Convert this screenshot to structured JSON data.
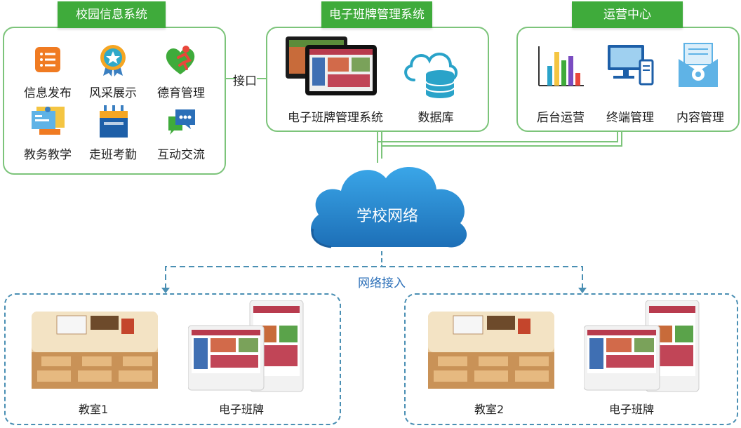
{
  "panels": {
    "campus": {
      "title": "校园信息系统",
      "items": [
        {
          "label": "信息发布",
          "icon": "list-icon"
        },
        {
          "label": "风采展示",
          "icon": "medal-icon"
        },
        {
          "label": "德育管理",
          "icon": "heart-person-icon"
        },
        {
          "label": "教务教学",
          "icon": "teaching-icon"
        },
        {
          "label": "走班考勤",
          "icon": "attendance-icon"
        },
        {
          "label": "互动交流",
          "icon": "chat-icon"
        }
      ]
    },
    "eboard": {
      "title": "电子班牌管理系统",
      "items": [
        {
          "label": "电子班牌管理系统",
          "icon": "tablet-icon"
        },
        {
          "label": "数据库",
          "icon": "database-cloud-icon"
        }
      ]
    },
    "ops": {
      "title": "运营中心",
      "items": [
        {
          "label": "后台运营",
          "icon": "bar-chart-icon"
        },
        {
          "label": "终端管理",
          "icon": "computer-icon"
        },
        {
          "label": "内容管理",
          "icon": "envelope-icon"
        }
      ]
    }
  },
  "interface_label": "接口",
  "network": {
    "label": "学校网络"
  },
  "access_label": "网络接入",
  "rooms": [
    {
      "classroom": "教室1",
      "board": "电子班牌"
    },
    {
      "classroom": "教室2",
      "board": "电子班牌"
    }
  ],
  "colors": {
    "green": "#3fab3b",
    "panel_border": "#7cc47a",
    "cloud": "#2a8ed0",
    "dash": "#4a8fb3"
  }
}
